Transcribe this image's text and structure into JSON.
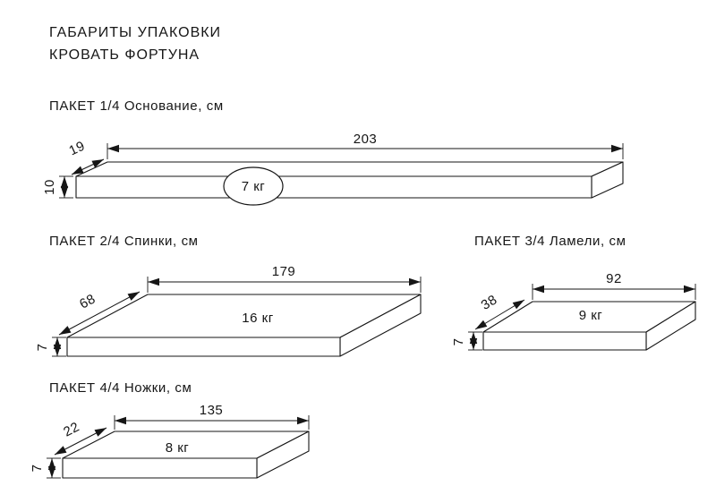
{
  "page": {
    "background_color": "#ffffff",
    "line_color": "#161616"
  },
  "title": {
    "line1": "ГАБАРИТЫ УПАКОВКИ",
    "line2": "КРОВАТЬ ФОРТУНА"
  },
  "packages": [
    {
      "heading": "ПАКЕТ 1/4 Основание, см",
      "length_cm": "203",
      "depth_cm": "19",
      "height_cm": "10",
      "weight": "7 кг"
    },
    {
      "heading": "ПАКЕТ 2/4 Спинки, см",
      "length_cm": "179",
      "depth_cm": "68",
      "height_cm": "7",
      "weight": "16 кг"
    },
    {
      "heading": "ПАКЕТ 3/4 Ламели, см",
      "length_cm": "92",
      "depth_cm": "38",
      "height_cm": "7",
      "weight": "9 кг"
    },
    {
      "heading": "ПАКЕТ 4/4 Ножки, см",
      "length_cm": "135",
      "depth_cm": "22",
      "height_cm": "7",
      "weight": "8 кг"
    }
  ]
}
